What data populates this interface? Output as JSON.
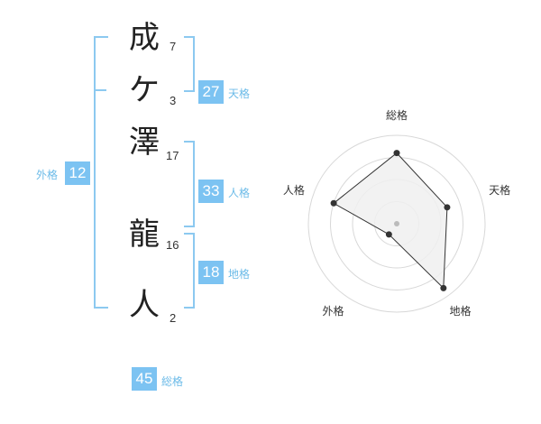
{
  "name_chars": [
    {
      "char": "成",
      "strokes": "7"
    },
    {
      "char": "ケ",
      "strokes": "3"
    },
    {
      "char": "澤",
      "strokes": "17"
    },
    {
      "char": "龍",
      "strokes": "16"
    },
    {
      "char": "人",
      "strokes": "2"
    }
  ],
  "fortunes": {
    "tenkaku": {
      "value": "27",
      "label": "天格"
    },
    "jinkaku": {
      "value": "33",
      "label": "人格"
    },
    "chikaku": {
      "value": "18",
      "label": "地格"
    },
    "gaikaku": {
      "value": "12",
      "label": "外格"
    },
    "soukaku": {
      "value": "45",
      "label": "総格"
    }
  },
  "chart_data": {
    "type": "radar",
    "axes": [
      "総格",
      "天格",
      "地格",
      "外格",
      "人格"
    ],
    "values": [
      0.8,
      0.6,
      0.9,
      0.15,
      0.75
    ],
    "rings": 4,
    "colors": {
      "fill": "#f0f0f0",
      "line": "#333333",
      "grid": "#d8d8d8",
      "center": "#bbbbbb"
    }
  }
}
